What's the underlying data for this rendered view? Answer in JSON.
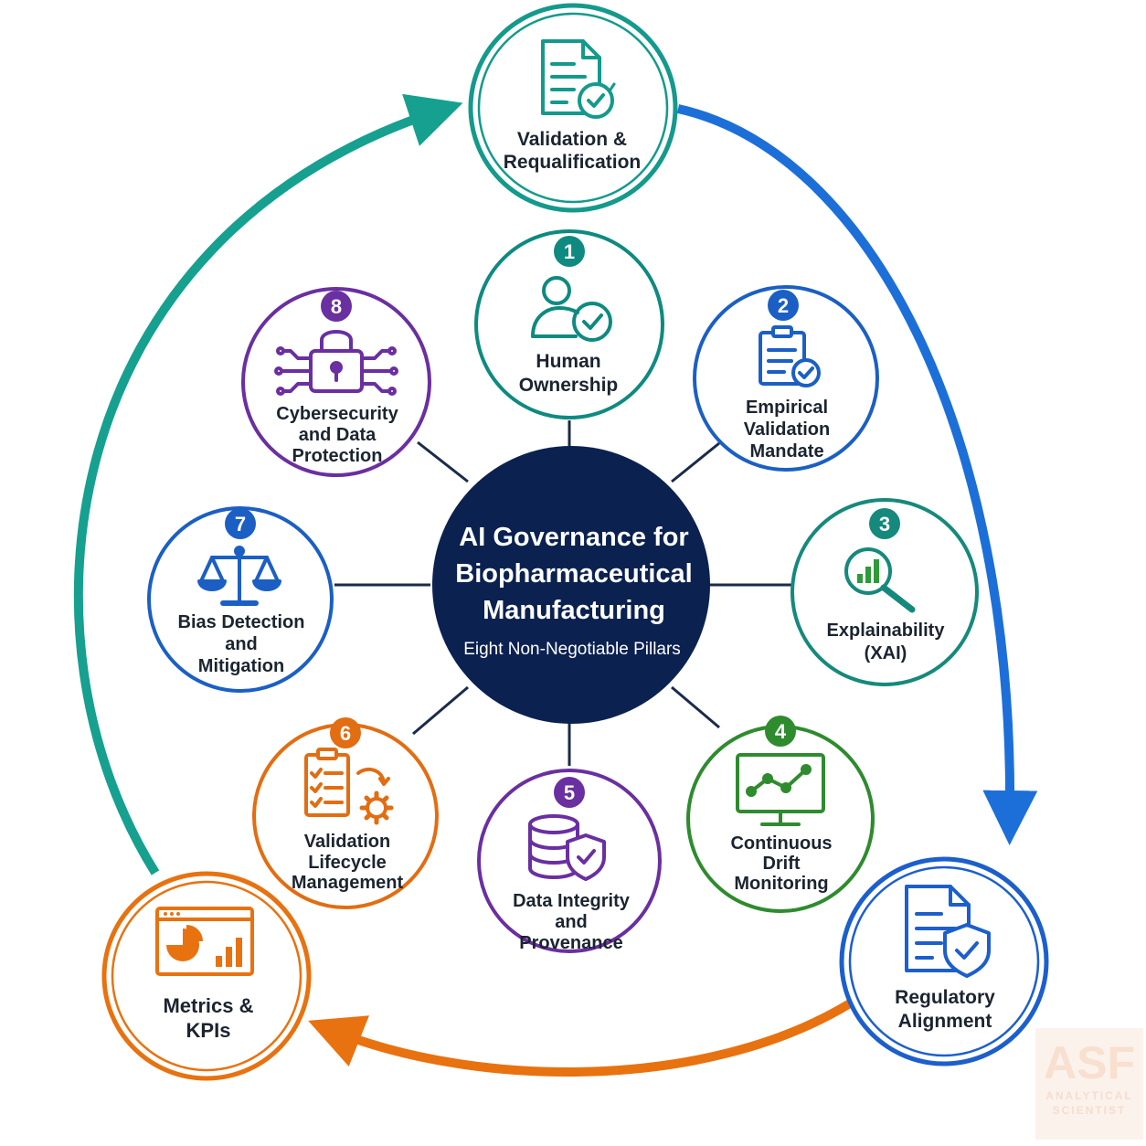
{
  "hub": {
    "title_lines": [
      "AI Governance for",
      "Biopharmaceutical",
      "Manufacturing"
    ],
    "subtitle": "Eight Non-Negotiable Pillars",
    "color": "#0b2150"
  },
  "pillars": [
    {
      "number": "1",
      "lines": [
        "Human",
        "Ownership"
      ],
      "icon": "user-check-icon",
      "color": "#0e8a80"
    },
    {
      "number": "2",
      "lines": [
        "Empirical",
        "Validation",
        "Mandate"
      ],
      "icon": "clipboard-check-icon",
      "color": "#1b5fc4"
    },
    {
      "number": "3",
      "lines": [
        "Explainability",
        "(XAI)"
      ],
      "icon": "magnifier-chart-icon",
      "color": "#15897c"
    },
    {
      "number": "4",
      "lines": [
        "Continuous",
        "Drift",
        "Monitoring"
      ],
      "icon": "monitor-trend-icon",
      "color": "#2e8b2e"
    },
    {
      "number": "5",
      "lines": [
        "Data Integrity",
        "and",
        "Provenance"
      ],
      "icon": "database-shield-icon",
      "color": "#6a2fa0"
    },
    {
      "number": "6",
      "lines": [
        "Validation",
        "Lifecycle",
        "Management"
      ],
      "icon": "checklist-gear-icon",
      "color": "#e26d12"
    },
    {
      "number": "7",
      "lines": [
        "Bias Detection",
        "and",
        "Mitigation"
      ],
      "icon": "scales-icon",
      "color": "#1b5fc4"
    },
    {
      "number": "8",
      "lines": [
        "Cybersecurity",
        "and Data",
        "Protection"
      ],
      "icon": "padlock-circuit-icon",
      "color": "#6a2fa0"
    }
  ],
  "cycle": [
    {
      "lines": [
        "Validation &",
        "Requalification"
      ],
      "icon": "document-refresh-icon",
      "color": "#139a8c"
    },
    {
      "lines": [
        "Regulatory",
        "Alignment"
      ],
      "icon": "document-shield-icon",
      "color": "#1c5fcc"
    },
    {
      "lines": [
        "Metrics &",
        "KPIs"
      ],
      "icon": "dashboard-chart-icon",
      "color": "#e8720f"
    }
  ],
  "cycle_arrows": [
    {
      "from": "Validation & Requalification",
      "to": "Regulatory Alignment",
      "color": "#1c6fd8"
    },
    {
      "from": "Regulatory Alignment",
      "to": "Metrics & KPIs",
      "color": "#e8720f"
    },
    {
      "from": "Metrics & KPIs",
      "to": "Validation & Requalification",
      "color": "#16a08f"
    }
  ],
  "watermark": {
    "big": "ASF",
    "lines": [
      "ANALYTICAL",
      "SCIENTIST"
    ]
  },
  "colors": {
    "spoke": "#1a2b4a",
    "text": "#1b2430"
  }
}
